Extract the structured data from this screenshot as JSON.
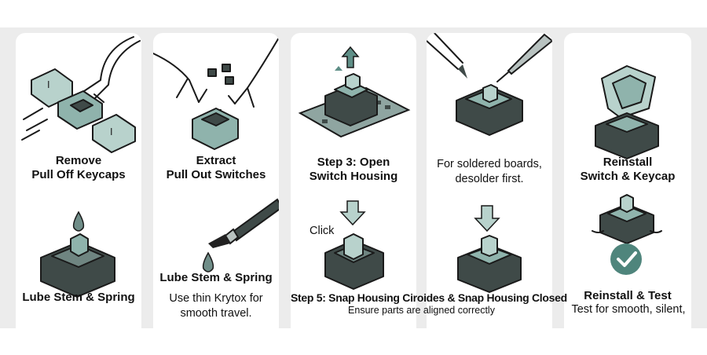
{
  "panels": [
    {
      "title": "Remove\nPull Off Keycaps",
      "bottom_title": "Lube Stem & Spring"
    },
    {
      "title": "Extract\nPull Out Switches",
      "bottom_title": "Lube Stem & Spring",
      "bottom_note": "Use thin Krytox for\nsmooth travel."
    },
    {
      "title": "Step 3: Open\nSwitch Housing",
      "click_label": "Click"
    },
    {
      "note": "For soldered boards,\ndesolder first."
    },
    {
      "title": "Reinstall\nSwitch & Keycap",
      "bottom_title": "Reinstall & Test",
      "bottom_note": "Test for smooth, silent,"
    }
  ],
  "step5": {
    "caption": "Step 5: Snap Housing Ciroides & Snap Housing Closed",
    "subcaption": "Ensure parts are aligned correctly"
  },
  "colors": {
    "accent": "#5f8f87",
    "panel": "#ffffff",
    "band": "#ececec",
    "check": "#4f857c"
  },
  "icons": [
    "keycap-puller-icon",
    "keycap-icon",
    "switch-icon",
    "drop-icon",
    "brush-icon",
    "arrow-up-icon",
    "arrow-down-icon",
    "tweezers-icon",
    "probe-icon",
    "checkmark-icon"
  ]
}
